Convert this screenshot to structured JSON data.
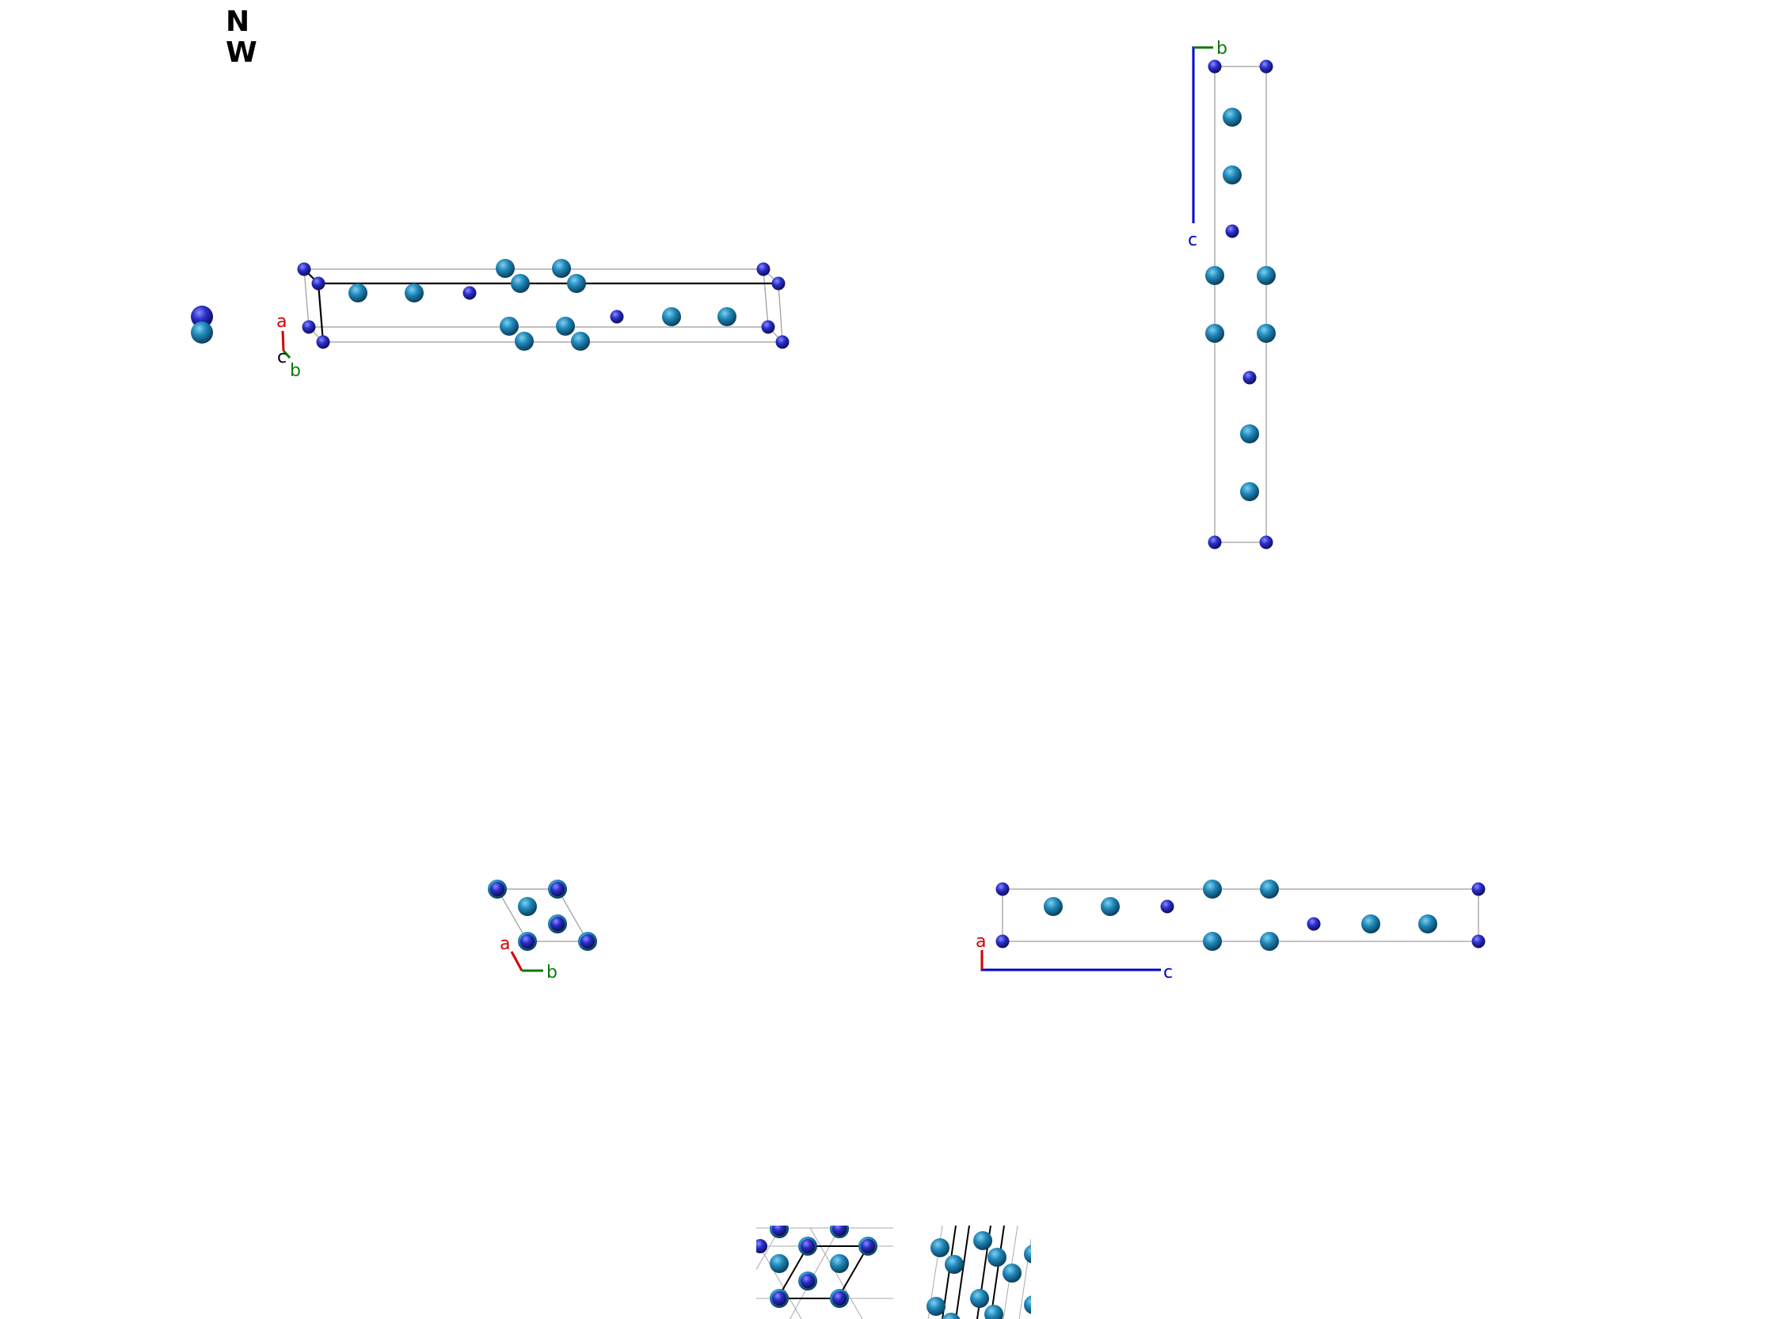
{
  "formula": {
    "line1": "N",
    "line2": "W"
  },
  "colors": {
    "atom_w": "#1e86b8",
    "atom_n": "#2a2ec8",
    "cell_edge": "#9a9a9a",
    "cell_edge_dark": "#000000",
    "axis_a": "#d40000",
    "axis_b": "#0a7a0a",
    "axis_c": "#0000cc"
  },
  "atom_names": {
    "w": "W",
    "n": "N"
  },
  "panels": [
    {
      "name": "perspective-view",
      "axes": [
        "a",
        "b",
        "c"
      ]
    },
    {
      "name": "view-along-a",
      "axes": [
        "b",
        "c"
      ]
    },
    {
      "name": "view-along-c",
      "axes": [
        "a",
        "b"
      ]
    },
    {
      "name": "view-along-b",
      "axes": [
        "a",
        "c"
      ]
    },
    {
      "name": "supercell-view-hexagonal"
    },
    {
      "name": "supercell-view-side"
    }
  ]
}
